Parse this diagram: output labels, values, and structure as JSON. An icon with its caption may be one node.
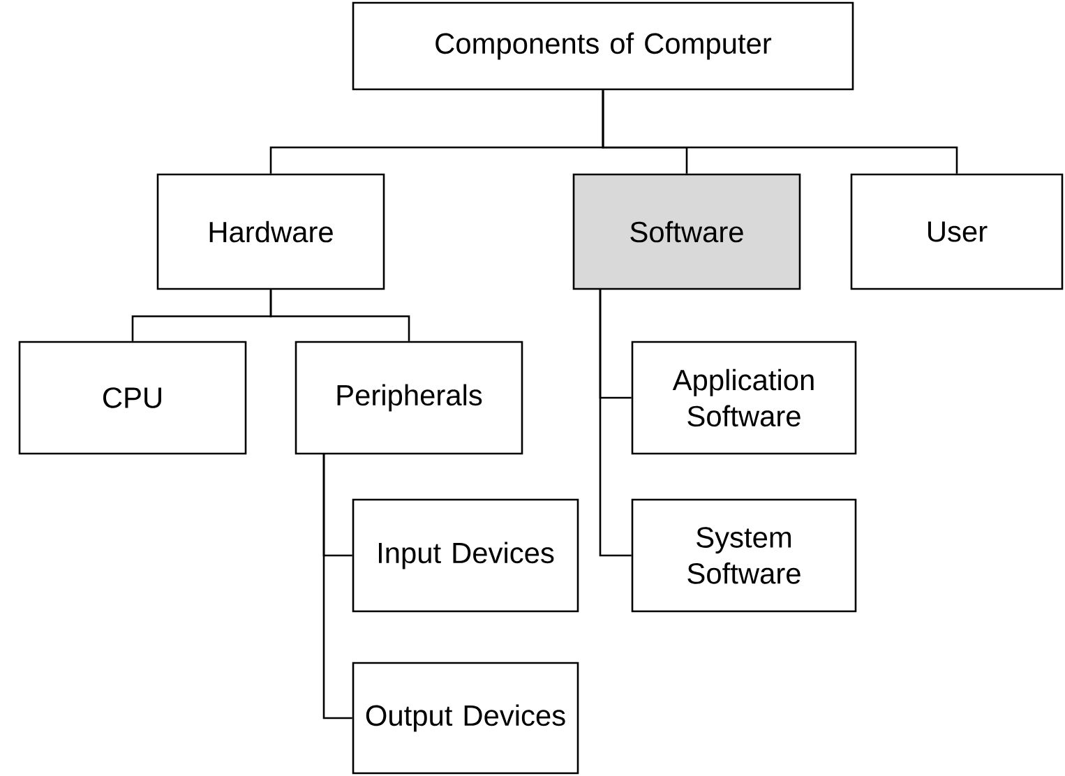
{
  "diagram": {
    "nodes": [
      {
        "text": [
          "Components of Computer"
        ]
      },
      {
        "text": [
          "Hardware"
        ]
      },
      {
        "text": [
          "Software"
        ]
      },
      {
        "text": [
          "User"
        ]
      },
      {
        "text": [
          "CPU"
        ]
      },
      {
        "text": [
          "Peripherals"
        ]
      },
      {
        "text": [
          "Application Software"
        ]
      },
      {
        "text": [
          "Input Devices"
        ]
      },
      {
        "text": [
          "System Software"
        ]
      },
      {
        "text": [
          "Output Devices"
        ]
      }
    ],
    "edges": [
      {
        "from": 0,
        "to": 1,
        "arrow": "none"
      },
      {
        "from": 0,
        "to": 2,
        "arrow": "none"
      },
      {
        "from": 0,
        "to": 3,
        "arrow": "none"
      },
      {
        "from": 1,
        "to": 4,
        "arrow": "none"
      },
      {
        "from": 1,
        "to": 5,
        "arrow": "none"
      },
      {
        "from": 2,
        "to": 6,
        "arrow": "none"
      },
      {
        "from": 2,
        "to": 8,
        "arrow": "none"
      },
      {
        "from": 5,
        "to": 7,
        "arrow": "none"
      },
      {
        "from": 5,
        "to": 9,
        "arrow": "none"
      }
    ]
  }
}
